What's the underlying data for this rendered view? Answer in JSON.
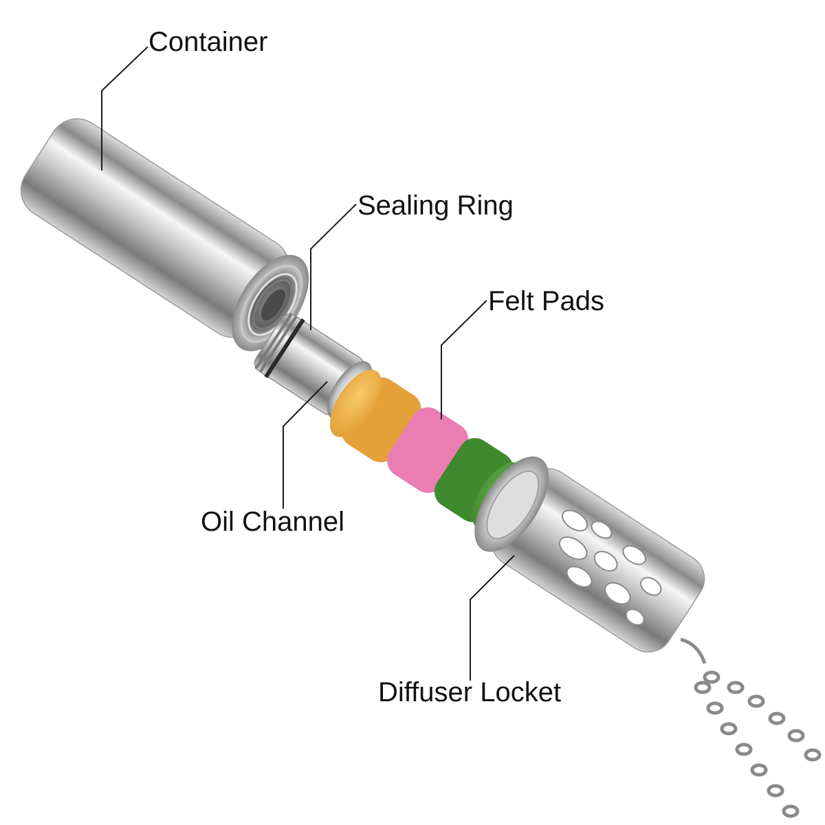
{
  "labels": {
    "container": "Container",
    "sealing_ring": "Sealing Ring",
    "felt_pads": "Felt Pads",
    "oil_channel": "Oil Channel",
    "diffuser_locket": "Diffuser Locket"
  },
  "colors": {
    "background": "#ffffff",
    "text": "#111111",
    "leader": "#1a1a1a",
    "metal_light": "#f4f4f4",
    "metal_mid": "#b9b9b9",
    "metal_dark": "#6e6e6e",
    "felt_orange": "#f0b24a",
    "felt_pink": "#f48cc0",
    "felt_green": "#4e9a3a"
  }
}
